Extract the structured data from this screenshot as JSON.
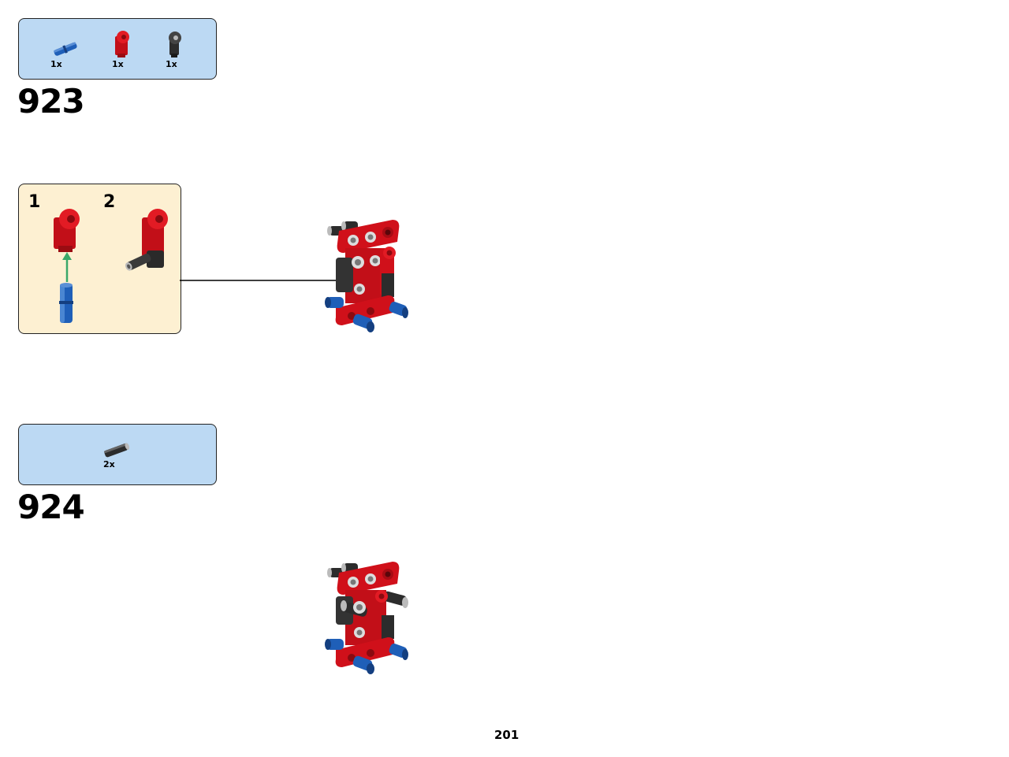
{
  "steps": [
    {
      "number": "923",
      "parts": [
        {
          "qty": "1x",
          "icon": "blue-axle-pin-icon"
        },
        {
          "qty": "1x",
          "icon": "red-angle-connector-icon"
        },
        {
          "qty": "1x",
          "icon": "black-angle-connector-icon"
        }
      ],
      "substeps": [
        {
          "number": "1"
        },
        {
          "number": "2"
        }
      ]
    },
    {
      "number": "924",
      "parts": [
        {
          "qty": "2x",
          "icon": "black-pin-icon"
        }
      ]
    }
  ],
  "page_number": "201",
  "colors": {
    "parts_box_bg": "#bcd9f3",
    "substep_box_bg": "#fdf0d2",
    "brick_red": "#d0101a",
    "brick_blue": "#1f5fb8",
    "brick_black": "#333333",
    "arrow_green": "#3aa86a"
  }
}
